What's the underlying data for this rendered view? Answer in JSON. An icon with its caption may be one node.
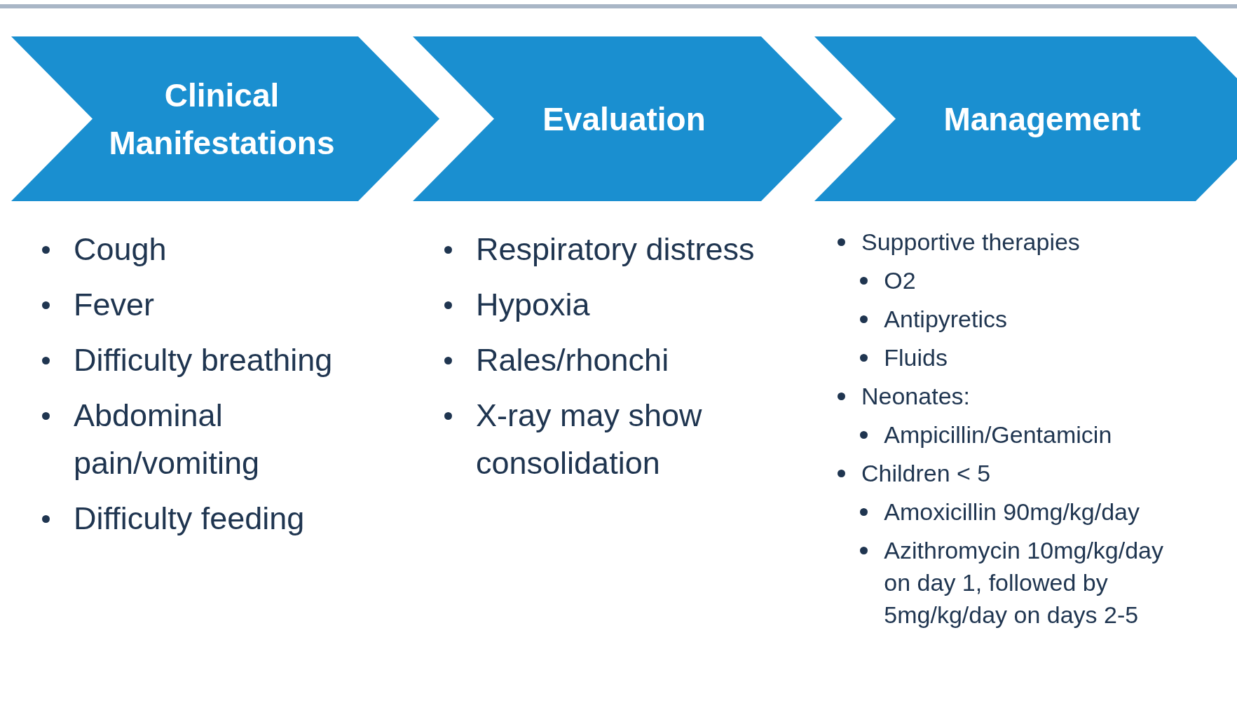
{
  "diagram": {
    "nodes": [
      {
        "text": [
          "Clinical Manifestations"
        ],
        "beside": [
          "Cough",
          "Fever",
          "Difficulty breathing",
          "Abdominal pain/vomiting",
          "Difficulty feeding"
        ]
      },
      {
        "text": [
          "Evaluation"
        ],
        "beside": [
          "Respiratory distress",
          "Hypoxia",
          "Rales/rhonchi",
          "X-ray may show consolidation"
        ]
      },
      {
        "text": [
          "Management"
        ],
        "beside": [
          "Supportive therapies",
          "O2",
          "Antipyretics",
          "Fluids",
          "Neonates:",
          "Ampicillin/Gentamicin",
          "Children < 5",
          "Amoxicillin 90mg/kg/day",
          "Azithromycin 10mg/kg/day on day 1, followed by 5mg/kg/day on days 2-5"
        ]
      }
    ]
  }
}
